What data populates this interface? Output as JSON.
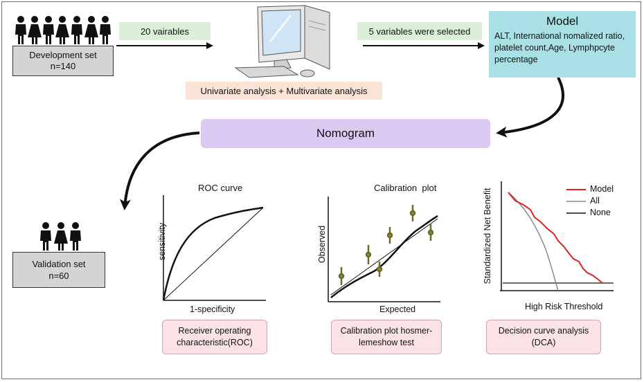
{
  "development": {
    "line1": "Development set",
    "line2": "n=140"
  },
  "vars_box": "20 vairables",
  "analysis_box": "Univariate analysis + Multivariate analysis",
  "selected_box": "5 variables were selected",
  "model": {
    "title": "Model",
    "body": "ALT, International nomalized ratio, platelet count,Age, Lymphpcyte percentage"
  },
  "nomogram": "Nomogram",
  "validation": {
    "line1": "Validation set",
    "line2": "n=60"
  },
  "roc": {
    "title": "ROC curve",
    "ylabel": "sensitivity",
    "xlabel": "1-specificity",
    "caption": "Receiver operating characteristic(ROC)"
  },
  "calibration": {
    "title": "Calibration  plot",
    "ylabel": "Observed",
    "xlabel": "Expected",
    "caption": "Calibration plot hosmer-lemeshow test"
  },
  "dca": {
    "ylabel": "Standardized Net Benefit",
    "xlabel": "High Risk Threshold",
    "legend": [
      "Model",
      "All",
      "None"
    ],
    "caption": "Decision curve analysis (DCA)"
  },
  "colors": {
    "model_box": "#a9e0e6",
    "nomogram_box": "#dcc9f2",
    "green_box": "#dcefd9",
    "analysis_box": "#f9e2d6",
    "caption_box": "#fbe3e5",
    "dca_model": "#e02020",
    "dca_all": "#8a8a8a",
    "calib_points": "#6b6a28"
  }
}
